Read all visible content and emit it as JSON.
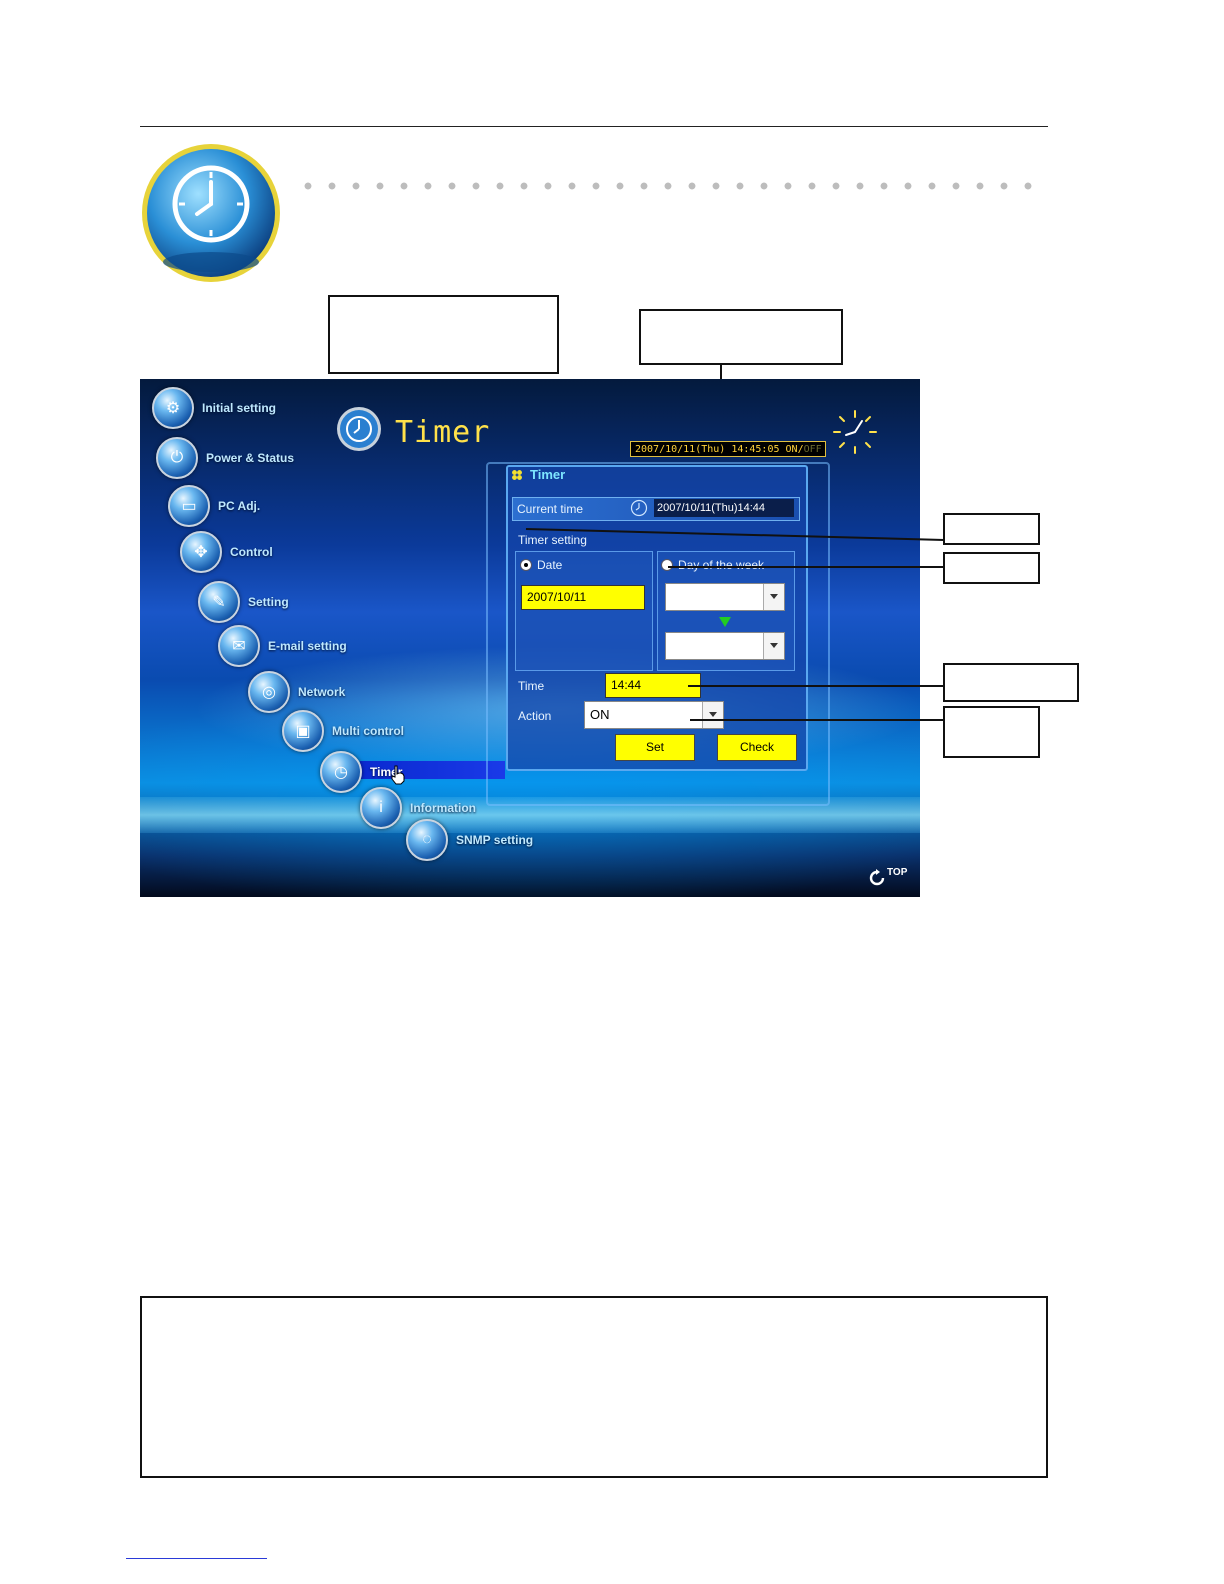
{
  "app": {
    "title": "Timer",
    "status_lcd": {
      "datetime": "2007/10/11(Thu) 14:45:05",
      "on": "ON/",
      "off": "OFF"
    },
    "top_link": "TOP"
  },
  "nav": {
    "items": [
      {
        "label": "Initial setting",
        "icon": "gear-icon"
      },
      {
        "label": "Power & Status",
        "icon": "power-icon"
      },
      {
        "label": "PC Adj.",
        "icon": "monitor-icon"
      },
      {
        "label": "Control",
        "icon": "dpad-icon"
      },
      {
        "label": "Setting",
        "icon": "wrench-icon"
      },
      {
        "label": "E-mail setting",
        "icon": "envelope-icon"
      },
      {
        "label": "Network",
        "icon": "network-icon"
      },
      {
        "label": "Multi control",
        "icon": "projector-icon"
      },
      {
        "label": "Timer",
        "icon": "clock-icon",
        "active": true
      },
      {
        "label": "Information",
        "icon": "info-icon"
      },
      {
        "label": "SNMP setting",
        "icon": "snmp-icon"
      }
    ]
  },
  "panel": {
    "header": "Timer",
    "current_time_label": "Current time",
    "current_time_value": "2007/10/11(Thu)14:44",
    "timer_setting_label": "Timer setting",
    "date_radio_label": "Date",
    "day_radio_label": "Day of the week",
    "date_value": "2007/10/11",
    "day_from_value": "",
    "day_to_value": "",
    "time_label": "Time",
    "time_value": "14:44",
    "action_label": "Action",
    "action_value": "ON",
    "set_button": "Set",
    "check_button": "Check"
  },
  "colors": {
    "accent_yellow": "#ffff00",
    "header_cyan": "#7ee6ff",
    "lcd_amber": "#ffd23a"
  }
}
